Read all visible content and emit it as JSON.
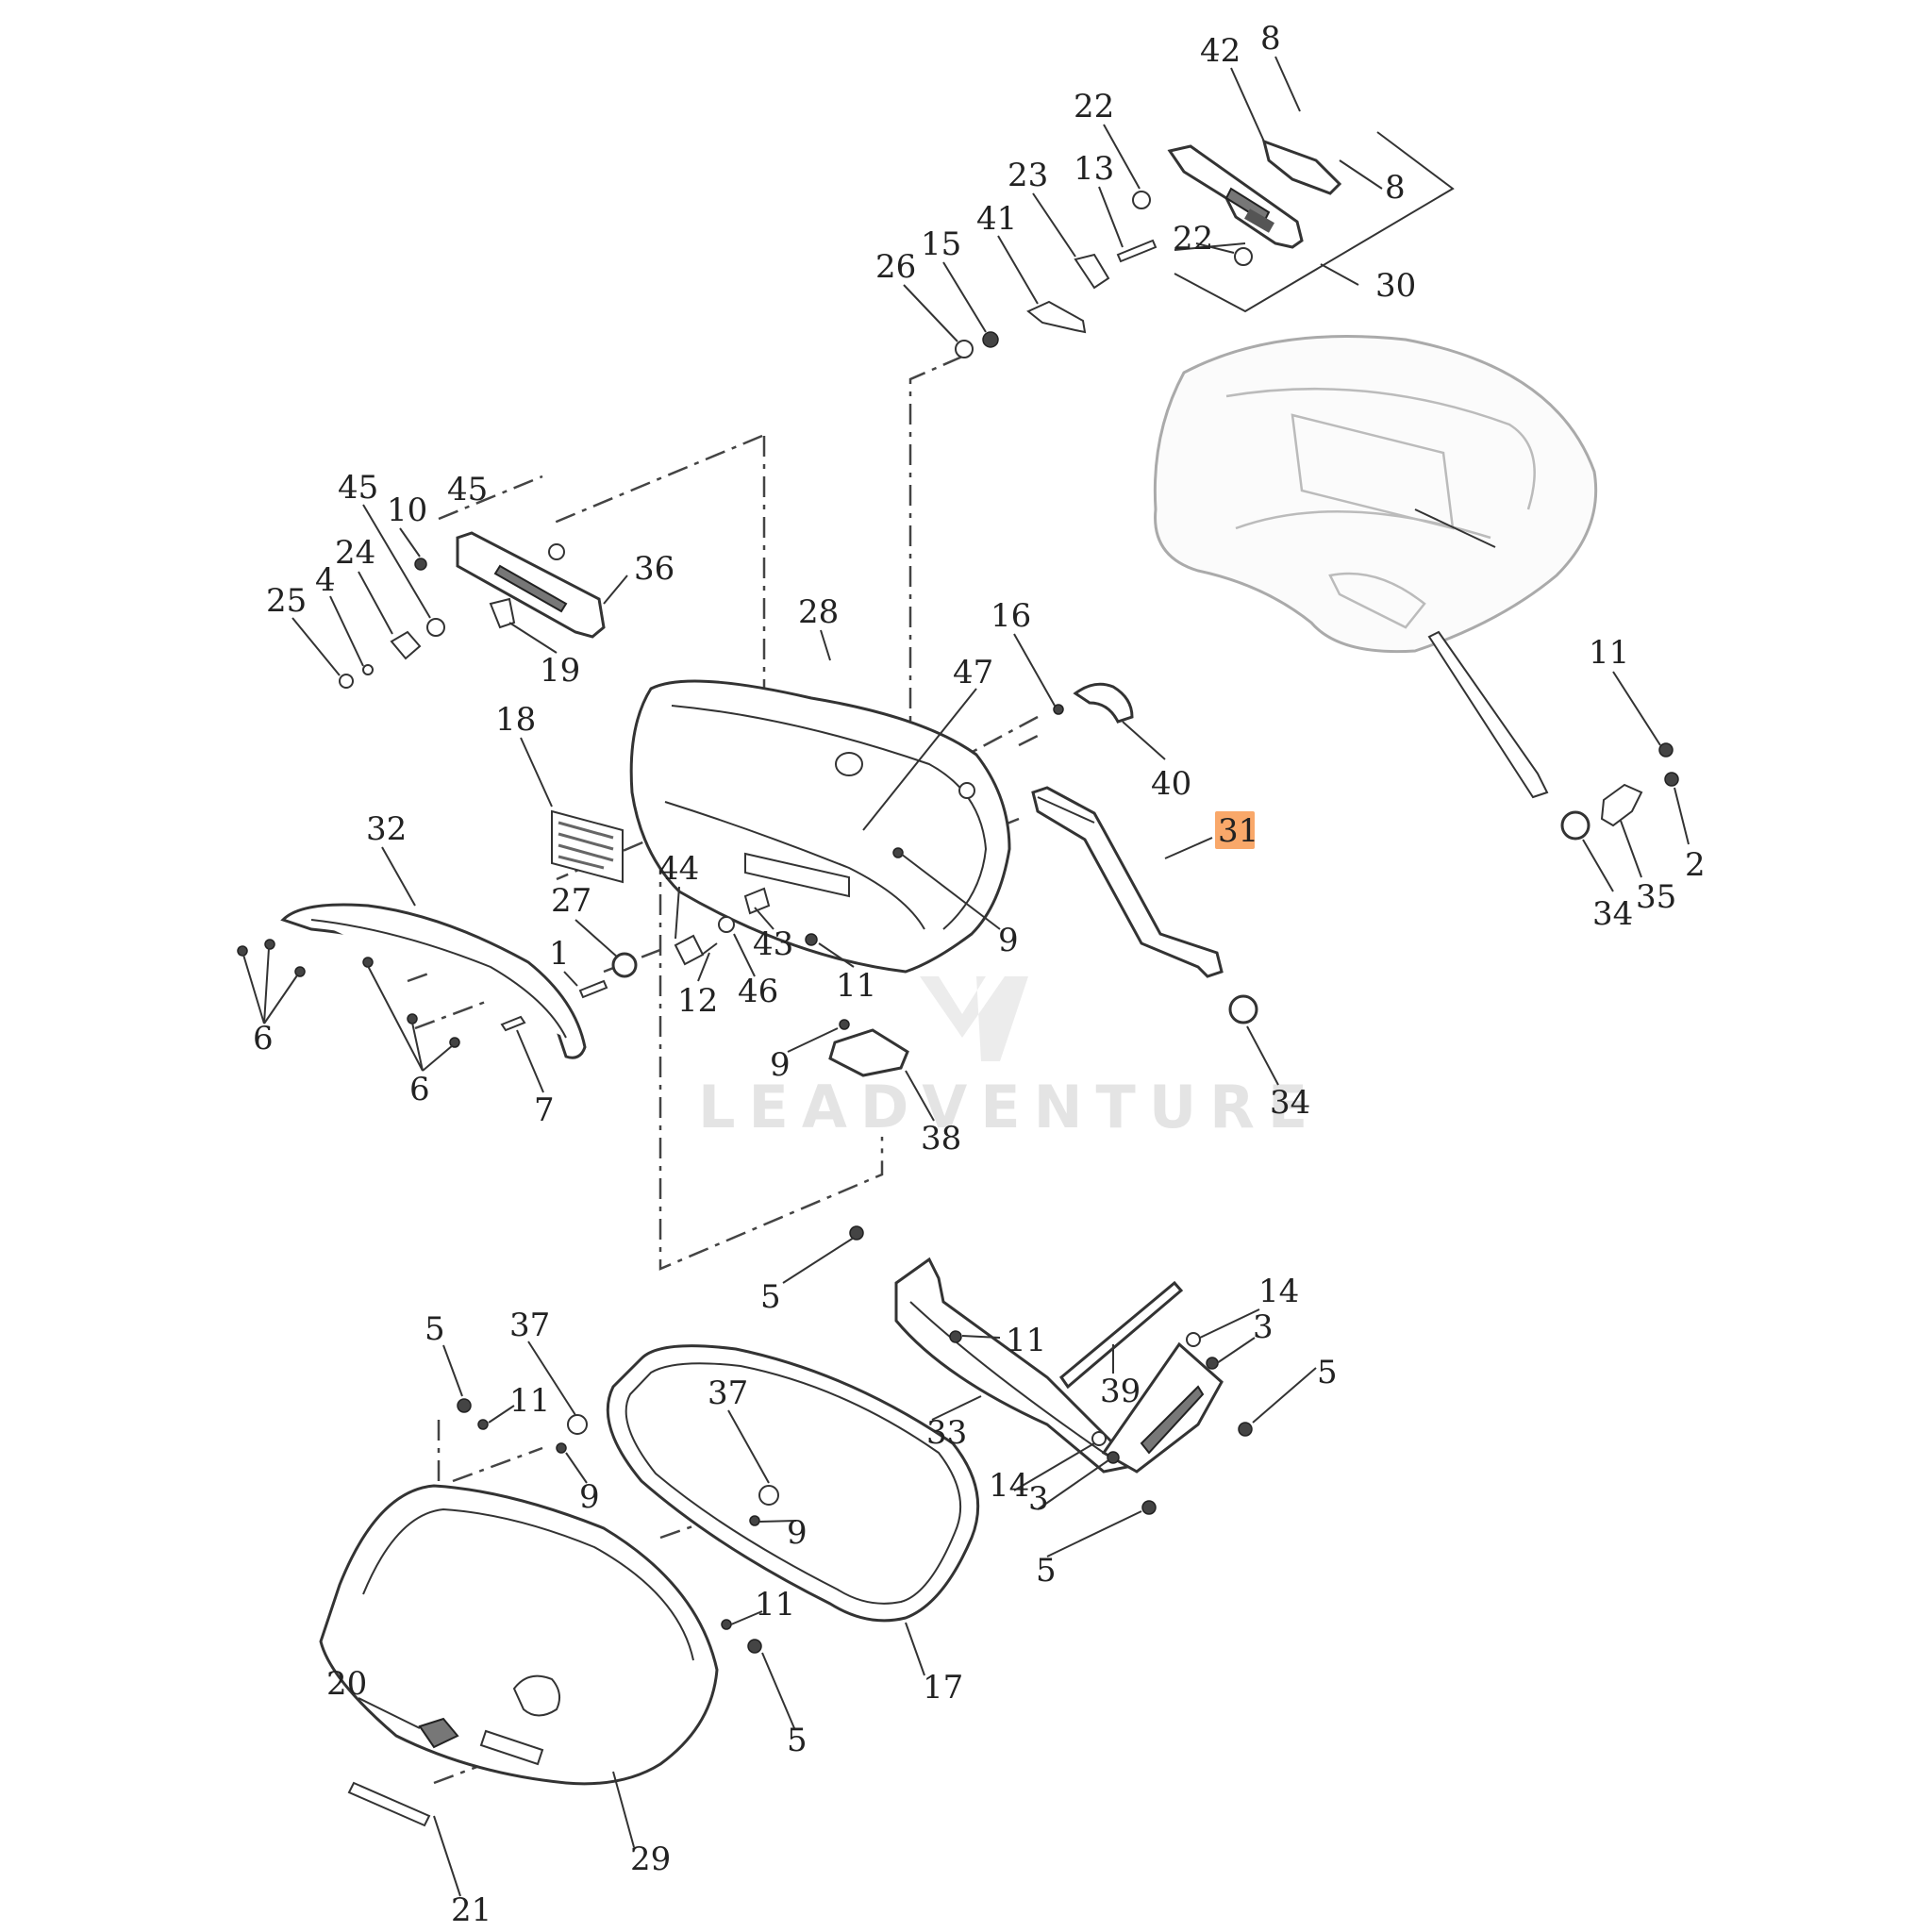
{
  "watermark": {
    "text": "LEADVENTURE"
  },
  "highlight_color": "#F9A86A",
  "highlighted_callout": "31",
  "callouts": [
    {
      "id": "c42",
      "label": "42"
    },
    {
      "id": "c8a",
      "label": "8"
    },
    {
      "id": "c8b",
      "label": "8"
    },
    {
      "id": "c22a",
      "label": "22"
    },
    {
      "id": "c22b",
      "label": "22"
    },
    {
      "id": "c23",
      "label": "23"
    },
    {
      "id": "c13",
      "label": "13"
    },
    {
      "id": "c30",
      "label": "30"
    },
    {
      "id": "c26",
      "label": "26"
    },
    {
      "id": "c15",
      "label": "15"
    },
    {
      "id": "c41",
      "label": "41"
    },
    {
      "id": "c45a",
      "label": "45"
    },
    {
      "id": "c45b",
      "label": "45"
    },
    {
      "id": "c10",
      "label": "10"
    },
    {
      "id": "c36",
      "label": "36"
    },
    {
      "id": "c24",
      "label": "24"
    },
    {
      "id": "c4",
      "label": "4"
    },
    {
      "id": "c25",
      "label": "25"
    },
    {
      "id": "c19",
      "label": "19"
    },
    {
      "id": "c28",
      "label": "28"
    },
    {
      "id": "c16",
      "label": "16"
    },
    {
      "id": "c47",
      "label": "47"
    },
    {
      "id": "c40",
      "label": "40"
    },
    {
      "id": "c18",
      "label": "18"
    },
    {
      "id": "c11a",
      "label": "11"
    },
    {
      "id": "c31",
      "label": "31"
    },
    {
      "id": "c2",
      "label": "2"
    },
    {
      "id": "c34a",
      "label": "34"
    },
    {
      "id": "c35",
      "label": "35"
    },
    {
      "id": "c32",
      "label": "32"
    },
    {
      "id": "c44",
      "label": "44"
    },
    {
      "id": "c27",
      "label": "27"
    },
    {
      "id": "c43",
      "label": "43"
    },
    {
      "id": "c9a",
      "label": "9"
    },
    {
      "id": "c1",
      "label": "1"
    },
    {
      "id": "c12",
      "label": "12"
    },
    {
      "id": "c46",
      "label": "46"
    },
    {
      "id": "c11b",
      "label": "11"
    },
    {
      "id": "c6a",
      "label": "6"
    },
    {
      "id": "c6b",
      "label": "6"
    },
    {
      "id": "c7",
      "label": "7"
    },
    {
      "id": "c9b",
      "label": "9"
    },
    {
      "id": "c34b",
      "label": "34"
    },
    {
      "id": "c38",
      "label": "38"
    },
    {
      "id": "c5a",
      "label": "5"
    },
    {
      "id": "c14a",
      "label": "14"
    },
    {
      "id": "c3a",
      "label": "3"
    },
    {
      "id": "c11c",
      "label": "11"
    },
    {
      "id": "c5b",
      "label": "5"
    },
    {
      "id": "c37a",
      "label": "37"
    },
    {
      "id": "c5c",
      "label": "5"
    },
    {
      "id": "c11d",
      "label": "11"
    },
    {
      "id": "c39",
      "label": "39"
    },
    {
      "id": "c37b",
      "label": "37"
    },
    {
      "id": "c33",
      "label": "33"
    },
    {
      "id": "c14b",
      "label": "14"
    },
    {
      "id": "c3b",
      "label": "3"
    },
    {
      "id": "c9c",
      "label": "9"
    },
    {
      "id": "c9d",
      "label": "9"
    },
    {
      "id": "c5d",
      "label": "5"
    },
    {
      "id": "c11e",
      "label": "11"
    },
    {
      "id": "c20",
      "label": "20"
    },
    {
      "id": "c17",
      "label": "17"
    },
    {
      "id": "c5e",
      "label": "5"
    },
    {
      "id": "c29",
      "label": "29"
    },
    {
      "id": "c21",
      "label": "21"
    }
  ]
}
